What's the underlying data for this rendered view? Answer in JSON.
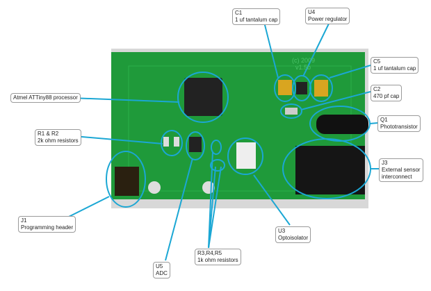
{
  "accent_color": "#1ba7d4",
  "board_color": "#1f9a3a",
  "callouts": [
    {
      "id": "c1",
      "ref": "C1",
      "desc": "1 uf tantalum cap"
    },
    {
      "id": "u4",
      "ref": "U4",
      "desc": "Power regulator"
    },
    {
      "id": "c5",
      "ref": "C5",
      "desc": "1 uf tantalum cap"
    },
    {
      "id": "c2",
      "ref": "C2",
      "desc": "470 pf cap"
    },
    {
      "id": "q1",
      "ref": "Q1",
      "desc": "Phototransistor"
    },
    {
      "id": "j3",
      "ref": "J3",
      "desc": "External sensor",
      "desc2": "interconnect"
    },
    {
      "id": "u3",
      "ref": "U3",
      "desc": "Optoisolator"
    },
    {
      "id": "r345",
      "ref": "R3,R4,R5",
      "desc": "1k ohm resistors"
    },
    {
      "id": "u5",
      "ref": "U5",
      "desc": "ADC"
    },
    {
      "id": "j1",
      "ref": "J1",
      "desc": "Programming header"
    },
    {
      "id": "r12",
      "ref": "R1 & R2",
      "desc": "2k ohm resistors"
    },
    {
      "id": "atmel",
      "desc": "Atmel ATTiny88 processor"
    }
  ],
  "board_text": [
    "(c) 2009",
    "v1.5b"
  ]
}
